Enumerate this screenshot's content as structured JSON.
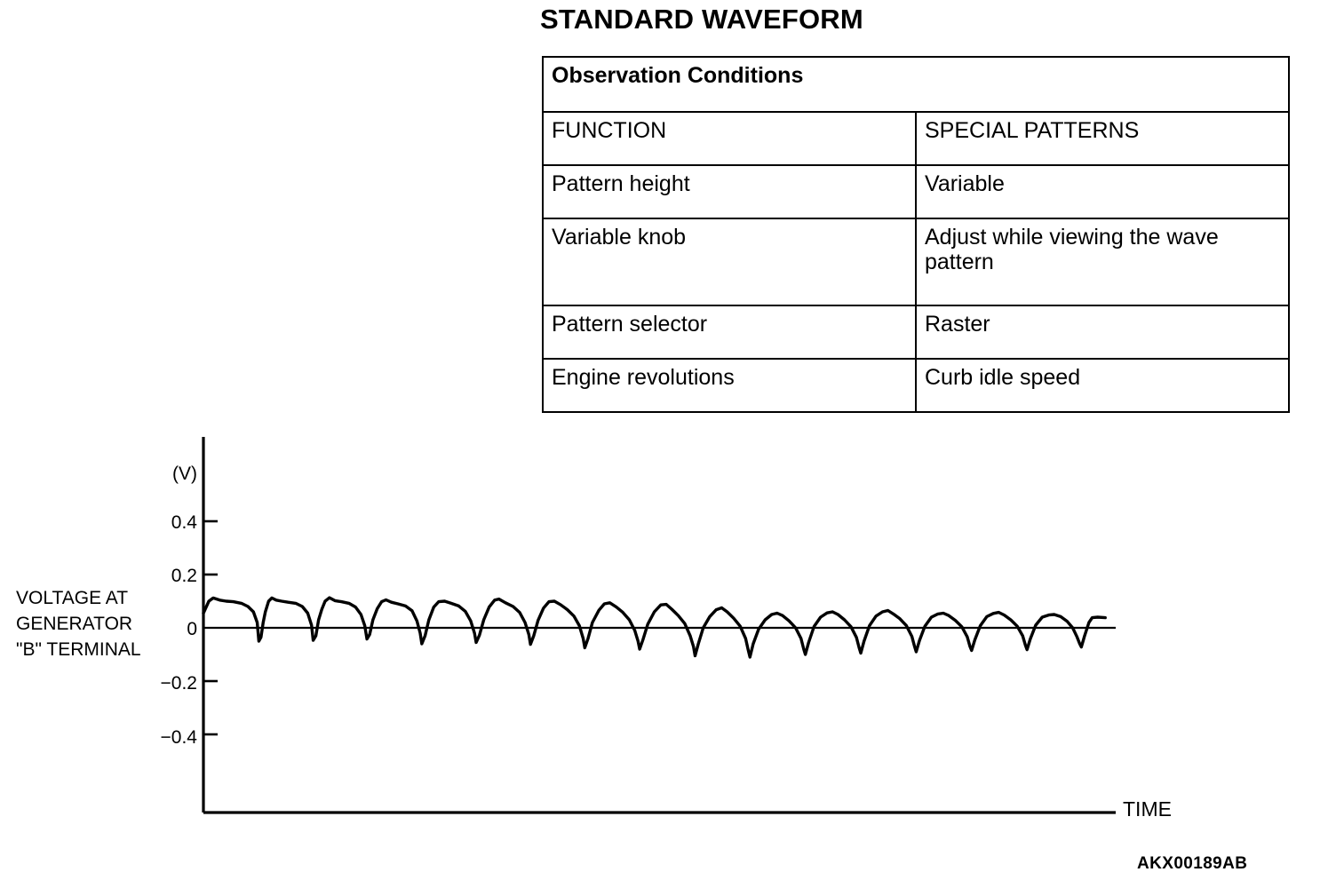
{
  "figure": {
    "title": "STANDARD WAVEFORM",
    "code": "AKX00189AB"
  },
  "table": {
    "title_row": "Observation Conditions",
    "headers": {
      "function": "FUNCTION",
      "special_patterns": "SPECIAL PATTERNS"
    },
    "rows": [
      {
        "function": "Pattern height",
        "value": "Variable"
      },
      {
        "function": "Variable knob",
        "value": "Adjust while viewing the wave pattern"
      },
      {
        "function": "Pattern selector",
        "value": "Raster"
      },
      {
        "function": "Engine revolutions",
        "value": "Curb idle speed"
      }
    ]
  },
  "chart_data": {
    "type": "line",
    "title": "STANDARD WAVEFORM",
    "xlabel": "TIME",
    "ylabel": "VOLTAGE AT GENERATOR \"B\" TERMINAL",
    "y_unit": "(V)",
    "y_axis_caption_lines": [
      "VOLTAGE AT",
      "GENERATOR",
      "\"B\" TERMINAL"
    ],
    "yticks": [
      0.4,
      0.2,
      0,
      -0.2,
      -0.4
    ],
    "ytick_labels": [
      "0.4",
      "0.2",
      "0",
      "−0.2",
      "−0.4"
    ],
    "ylim": [
      -0.55,
      0.52
    ],
    "xlim": [
      0,
      16.4
    ],
    "grid": false,
    "legend": null,
    "series_name": "Generator B terminal ripple voltage",
    "line_color": "#000000",
    "description": "Alternator ripple: 16 repeating cycles. Each cycle rises quickly to a slightly rippled plateau, decays, then drops in a sharp commutation spike below zero before recovering. Hump amplitude decays from about 0.11 V to 0.04 V while the negative spikes deepen to about -0.11 V near the middle-right of the trace.",
    "cycle_count": 16,
    "peaks": [
      0.115,
      0.112,
      0.113,
      0.105,
      0.1,
      0.108,
      0.1,
      0.094,
      0.088,
      0.075,
      0.055,
      0.06,
      0.065,
      0.055,
      0.058,
      0.05
    ],
    "troughs": [
      -0.05,
      -0.047,
      -0.042,
      -0.06,
      -0.055,
      -0.062,
      -0.075,
      -0.08,
      -0.105,
      -0.11,
      -0.1,
      -0.095,
      -0.09,
      -0.085,
      -0.082,
      -0.072
    ],
    "points": [
      [
        0.0,
        0.055
      ],
      [
        0.1,
        0.1
      ],
      [
        0.18,
        0.112
      ],
      [
        0.3,
        0.104
      ],
      [
        0.42,
        0.1
      ],
      [
        0.55,
        0.098
      ],
      [
        0.7,
        0.092
      ],
      [
        0.82,
        0.08
      ],
      [
        0.92,
        0.06
      ],
      [
        0.99,
        0.02
      ],
      [
        1.02,
        -0.05
      ],
      [
        1.06,
        -0.035
      ],
      [
        1.1,
        0.02
      ],
      [
        1.14,
        0.06
      ],
      [
        1.2,
        0.1
      ],
      [
        1.26,
        0.112
      ],
      [
        1.34,
        0.104
      ],
      [
        1.44,
        0.1
      ],
      [
        1.56,
        0.096
      ],
      [
        1.7,
        0.092
      ],
      [
        1.82,
        0.08
      ],
      [
        1.92,
        0.055
      ],
      [
        1.99,
        0.01
      ],
      [
        2.02,
        -0.047
      ],
      [
        2.07,
        -0.03
      ],
      [
        2.12,
        0.03
      ],
      [
        2.18,
        0.07
      ],
      [
        2.24,
        0.1
      ],
      [
        2.32,
        0.113
      ],
      [
        2.42,
        0.102
      ],
      [
        2.54,
        0.098
      ],
      [
        2.68,
        0.092
      ],
      [
        2.8,
        0.078
      ],
      [
        2.9,
        0.05
      ],
      [
        2.97,
        0.008
      ],
      [
        3.01,
        -0.042
      ],
      [
        3.06,
        -0.025
      ],
      [
        3.12,
        0.03
      ],
      [
        3.2,
        0.072
      ],
      [
        3.28,
        0.098
      ],
      [
        3.36,
        0.105
      ],
      [
        3.46,
        0.096
      ],
      [
        3.58,
        0.09
      ],
      [
        3.72,
        0.082
      ],
      [
        3.84,
        0.064
      ],
      [
        3.93,
        0.026
      ],
      [
        3.99,
        -0.02
      ],
      [
        4.02,
        -0.06
      ],
      [
        4.08,
        -0.03
      ],
      [
        4.15,
        0.03
      ],
      [
        4.24,
        0.078
      ],
      [
        4.33,
        0.098
      ],
      [
        4.44,
        0.1
      ],
      [
        4.56,
        0.092
      ],
      [
        4.7,
        0.082
      ],
      [
        4.82,
        0.062
      ],
      [
        4.92,
        0.026
      ],
      [
        4.99,
        -0.02
      ],
      [
        5.02,
        -0.055
      ],
      [
        5.08,
        -0.028
      ],
      [
        5.16,
        0.03
      ],
      [
        5.26,
        0.078
      ],
      [
        5.36,
        0.104
      ],
      [
        5.44,
        0.108
      ],
      [
        5.56,
        0.094
      ],
      [
        5.7,
        0.08
      ],
      [
        5.82,
        0.058
      ],
      [
        5.92,
        0.02
      ],
      [
        5.99,
        -0.025
      ],
      [
        6.02,
        -0.062
      ],
      [
        6.08,
        -0.03
      ],
      [
        6.16,
        0.028
      ],
      [
        6.26,
        0.074
      ],
      [
        6.36,
        0.098
      ],
      [
        6.46,
        0.1
      ],
      [
        6.58,
        0.086
      ],
      [
        6.7,
        0.068
      ],
      [
        6.82,
        0.044
      ],
      [
        6.92,
        0.008
      ],
      [
        6.99,
        -0.04
      ],
      [
        7.02,
        -0.075
      ],
      [
        7.08,
        -0.04
      ],
      [
        7.16,
        0.02
      ],
      [
        7.28,
        0.066
      ],
      [
        7.38,
        0.09
      ],
      [
        7.48,
        0.094
      ],
      [
        7.6,
        0.078
      ],
      [
        7.72,
        0.058
      ],
      [
        7.84,
        0.03
      ],
      [
        7.94,
        -0.01
      ],
      [
        8.0,
        -0.05
      ],
      [
        8.03,
        -0.08
      ],
      [
        8.09,
        -0.045
      ],
      [
        8.18,
        0.014
      ],
      [
        8.3,
        0.06
      ],
      [
        8.42,
        0.086
      ],
      [
        8.52,
        0.088
      ],
      [
        8.62,
        0.07
      ],
      [
        8.74,
        0.046
      ],
      [
        8.86,
        0.016
      ],
      [
        8.96,
        -0.03
      ],
      [
        9.02,
        -0.07
      ],
      [
        9.05,
        -0.105
      ],
      [
        9.11,
        -0.06
      ],
      [
        9.2,
        0.0
      ],
      [
        9.32,
        0.042
      ],
      [
        9.44,
        0.068
      ],
      [
        9.54,
        0.075
      ],
      [
        9.64,
        0.06
      ],
      [
        9.76,
        0.036
      ],
      [
        9.88,
        0.006
      ],
      [
        9.98,
        -0.04
      ],
      [
        10.03,
        -0.085
      ],
      [
        10.06,
        -0.11
      ],
      [
        10.12,
        -0.06
      ],
      [
        10.22,
        -0.005
      ],
      [
        10.34,
        0.03
      ],
      [
        10.46,
        0.05
      ],
      [
        10.56,
        0.055
      ],
      [
        10.66,
        0.046
      ],
      [
        10.78,
        0.026
      ],
      [
        10.9,
        0.0
      ],
      [
        11.0,
        -0.04
      ],
      [
        11.05,
        -0.08
      ],
      [
        11.08,
        -0.1
      ],
      [
        11.14,
        -0.055
      ],
      [
        11.24,
        0.005
      ],
      [
        11.36,
        0.04
      ],
      [
        11.48,
        0.056
      ],
      [
        11.58,
        0.06
      ],
      [
        11.68,
        0.05
      ],
      [
        11.8,
        0.03
      ],
      [
        11.92,
        0.004
      ],
      [
        12.02,
        -0.036
      ],
      [
        12.07,
        -0.075
      ],
      [
        12.1,
        -0.095
      ],
      [
        12.16,
        -0.05
      ],
      [
        12.26,
        0.008
      ],
      [
        12.38,
        0.044
      ],
      [
        12.5,
        0.06
      ],
      [
        12.6,
        0.065
      ],
      [
        12.7,
        0.052
      ],
      [
        12.82,
        0.034
      ],
      [
        12.94,
        0.008
      ],
      [
        13.04,
        -0.032
      ],
      [
        13.09,
        -0.07
      ],
      [
        13.12,
        -0.09
      ],
      [
        13.18,
        -0.048
      ],
      [
        13.28,
        0.006
      ],
      [
        13.4,
        0.04
      ],
      [
        13.52,
        0.052
      ],
      [
        13.62,
        0.055
      ],
      [
        13.72,
        0.046
      ],
      [
        13.84,
        0.028
      ],
      [
        13.96,
        0.004
      ],
      [
        14.06,
        -0.034
      ],
      [
        14.11,
        -0.07
      ],
      [
        14.14,
        -0.085
      ],
      [
        14.2,
        -0.045
      ],
      [
        14.3,
        0.008
      ],
      [
        14.42,
        0.042
      ],
      [
        14.54,
        0.054
      ],
      [
        14.64,
        0.058
      ],
      [
        14.74,
        0.048
      ],
      [
        14.86,
        0.03
      ],
      [
        14.98,
        0.006
      ],
      [
        15.08,
        -0.03
      ],
      [
        15.13,
        -0.065
      ],
      [
        15.16,
        -0.082
      ],
      [
        15.22,
        -0.042
      ],
      [
        15.32,
        0.01
      ],
      [
        15.44,
        0.04
      ],
      [
        15.56,
        0.048
      ],
      [
        15.66,
        0.05
      ],
      [
        15.78,
        0.042
      ],
      [
        15.9,
        0.024
      ],
      [
        16.0,
        0.0
      ],
      [
        16.08,
        -0.034
      ],
      [
        16.13,
        -0.06
      ],
      [
        16.16,
        -0.072
      ],
      [
        16.22,
        -0.03
      ],
      [
        16.3,
        0.02
      ],
      [
        16.36,
        0.038
      ],
      [
        16.46,
        0.04
      ],
      [
        16.6,
        0.038
      ]
    ]
  }
}
